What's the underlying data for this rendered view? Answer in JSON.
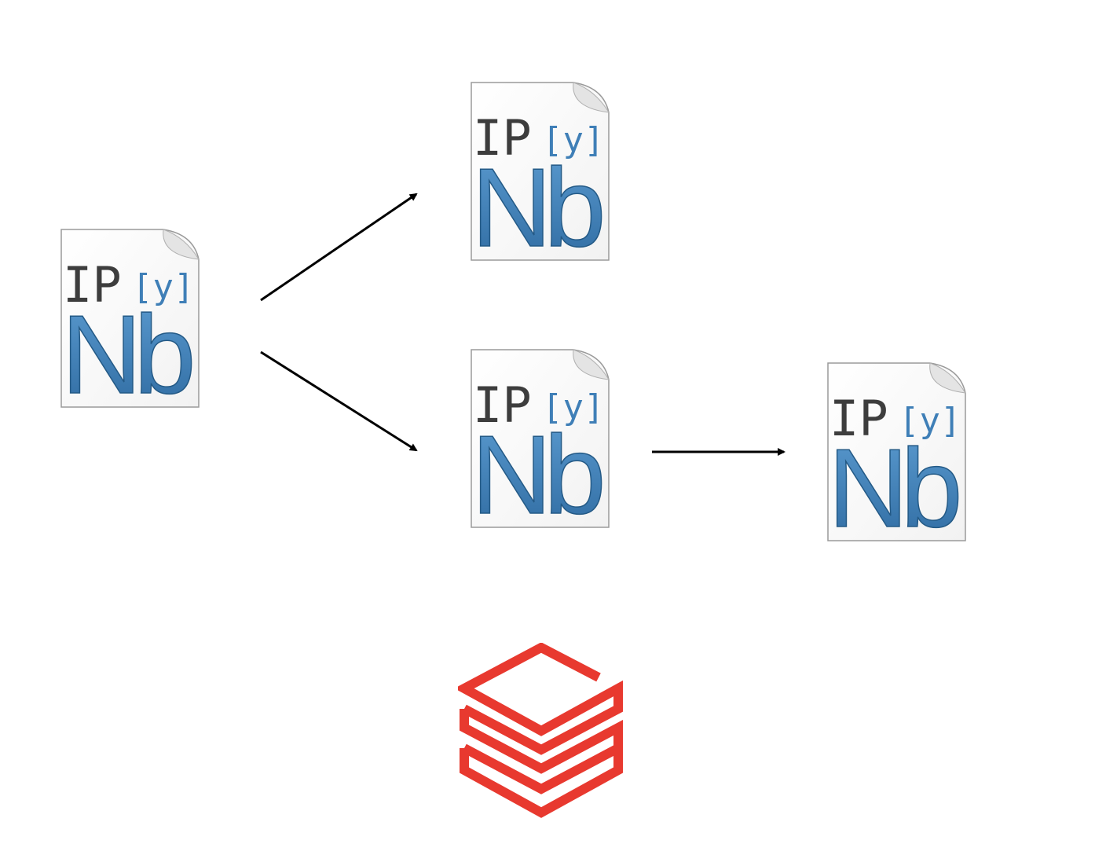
{
  "notebooks": [
    {
      "id": "nb-1",
      "line1": "IP",
      "line1_py": "[y]:",
      "line2": "Nb"
    },
    {
      "id": "nb-2",
      "line1": "IP",
      "line1_py": "[y]:",
      "line2": "Nb"
    },
    {
      "id": "nb-3",
      "line1": "IP",
      "line1_py": "[y]:",
      "line2": "Nb"
    },
    {
      "id": "nb-4",
      "line1": "IP",
      "line1_py": "[y]:",
      "line2": "Nb"
    }
  ],
  "edges": [
    {
      "from": "nb-1",
      "to": "nb-2"
    },
    {
      "from": "nb-1",
      "to": "nb-3"
    },
    {
      "from": "nb-3",
      "to": "nb-4"
    }
  ],
  "colors": {
    "notebook_blue": "#3f7fb7",
    "notebook_blue_dark": "#245a86",
    "ip_gray": "#3d3d3d",
    "arrow": "#000000",
    "logo_red": "#e8392f"
  },
  "icons": {
    "notebook": "ipython-notebook-icon",
    "logo": "databricks-logo-icon"
  }
}
